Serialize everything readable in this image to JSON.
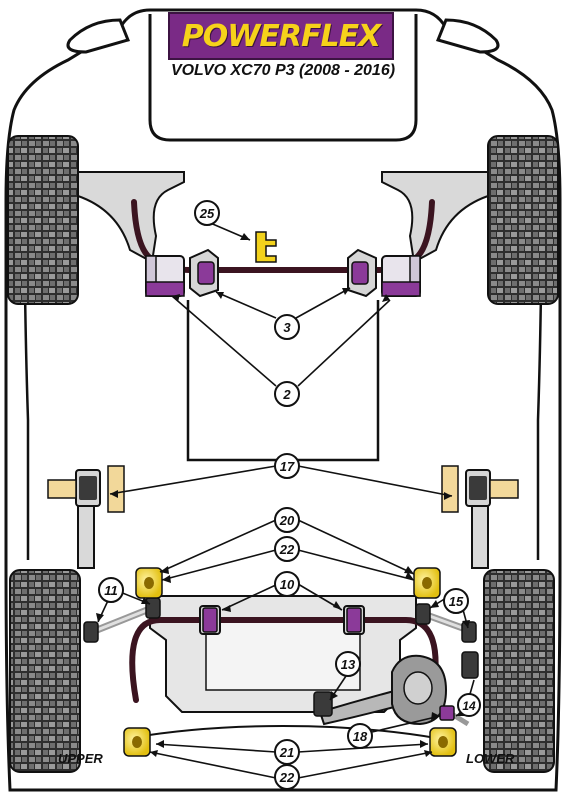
{
  "brand": {
    "logo_text": "POWERFLEX"
  },
  "header": {
    "subtitle": "VOLVO XC70 P3 (2008 - 2016)"
  },
  "corner_labels": {
    "upper": "UPPER",
    "lower": "LOWER"
  },
  "callouts": [
    "25",
    "3",
    "2",
    "17",
    "20",
    "22",
    "10",
    "11",
    "15",
    "13",
    "14",
    "18",
    "21",
    "22"
  ],
  "colors": {
    "outline": "#111111",
    "chassis_fill": "#ffffff",
    "arm_fill": "#d9d9d9",
    "sway_bar": "#3b1420",
    "bush_purple": "#8b3a99",
    "bush_yellow": "#f2d21c",
    "tyre": "#3a3a3a",
    "brand_purple": "#7a2a86",
    "brand_yellow": "#f6d21a"
  }
}
